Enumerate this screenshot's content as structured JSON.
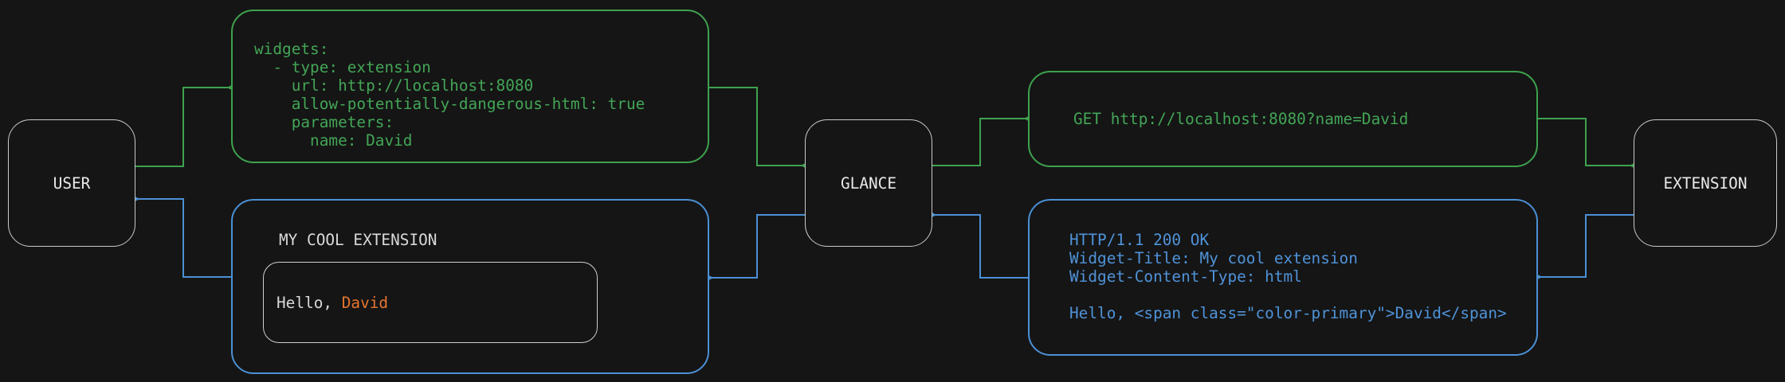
{
  "colors": {
    "background": "#151515",
    "green": "#3ea24e",
    "blue": "#4b90d5",
    "orange": "#e4762f",
    "node_border": "#c9c9c9",
    "light_text": "#e9e9e9"
  },
  "nodes": {
    "user": {
      "label": "USER"
    },
    "glance": {
      "label": "GLANCE"
    },
    "extension": {
      "label": "EXTENSION"
    }
  },
  "config_box": {
    "text": "widgets:\n  - type: extension\n    url: http://localhost:8080\n    allow-potentially-dangerous-html: true\n    parameters:\n      name: David"
  },
  "request_box": {
    "text": "GET http://localhost:8080?name=David"
  },
  "response_box": {
    "text": "HTTP/1.1 200 OK\nWidget-Title: My cool extension\nWidget-Content-Type: html\n\nHello, <span class=\"color-primary\">David</span>"
  },
  "widget_preview": {
    "title": "MY COOL EXTENSION",
    "greeting_prefix": "Hello, ",
    "greeting_name": "David"
  }
}
